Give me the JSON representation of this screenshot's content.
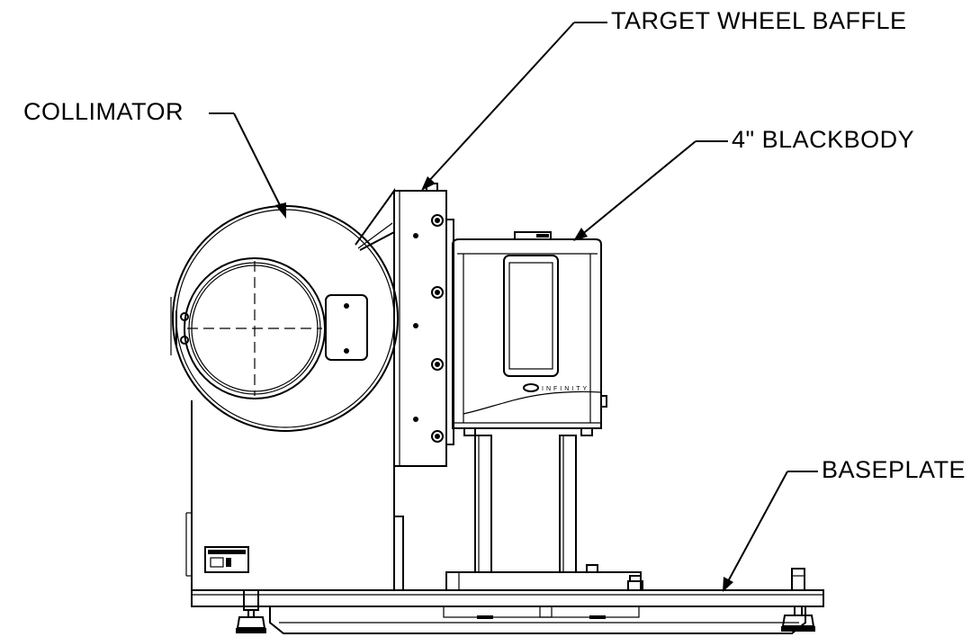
{
  "callouts": {
    "collimator": "COLLIMATOR",
    "target_wheel_baffle": "TARGET WHEEL BAFFLE",
    "blackbody": "4\" BLACKBODY",
    "baseplate": "BASEPLATE"
  },
  "device_logo_text": "INFINITY"
}
